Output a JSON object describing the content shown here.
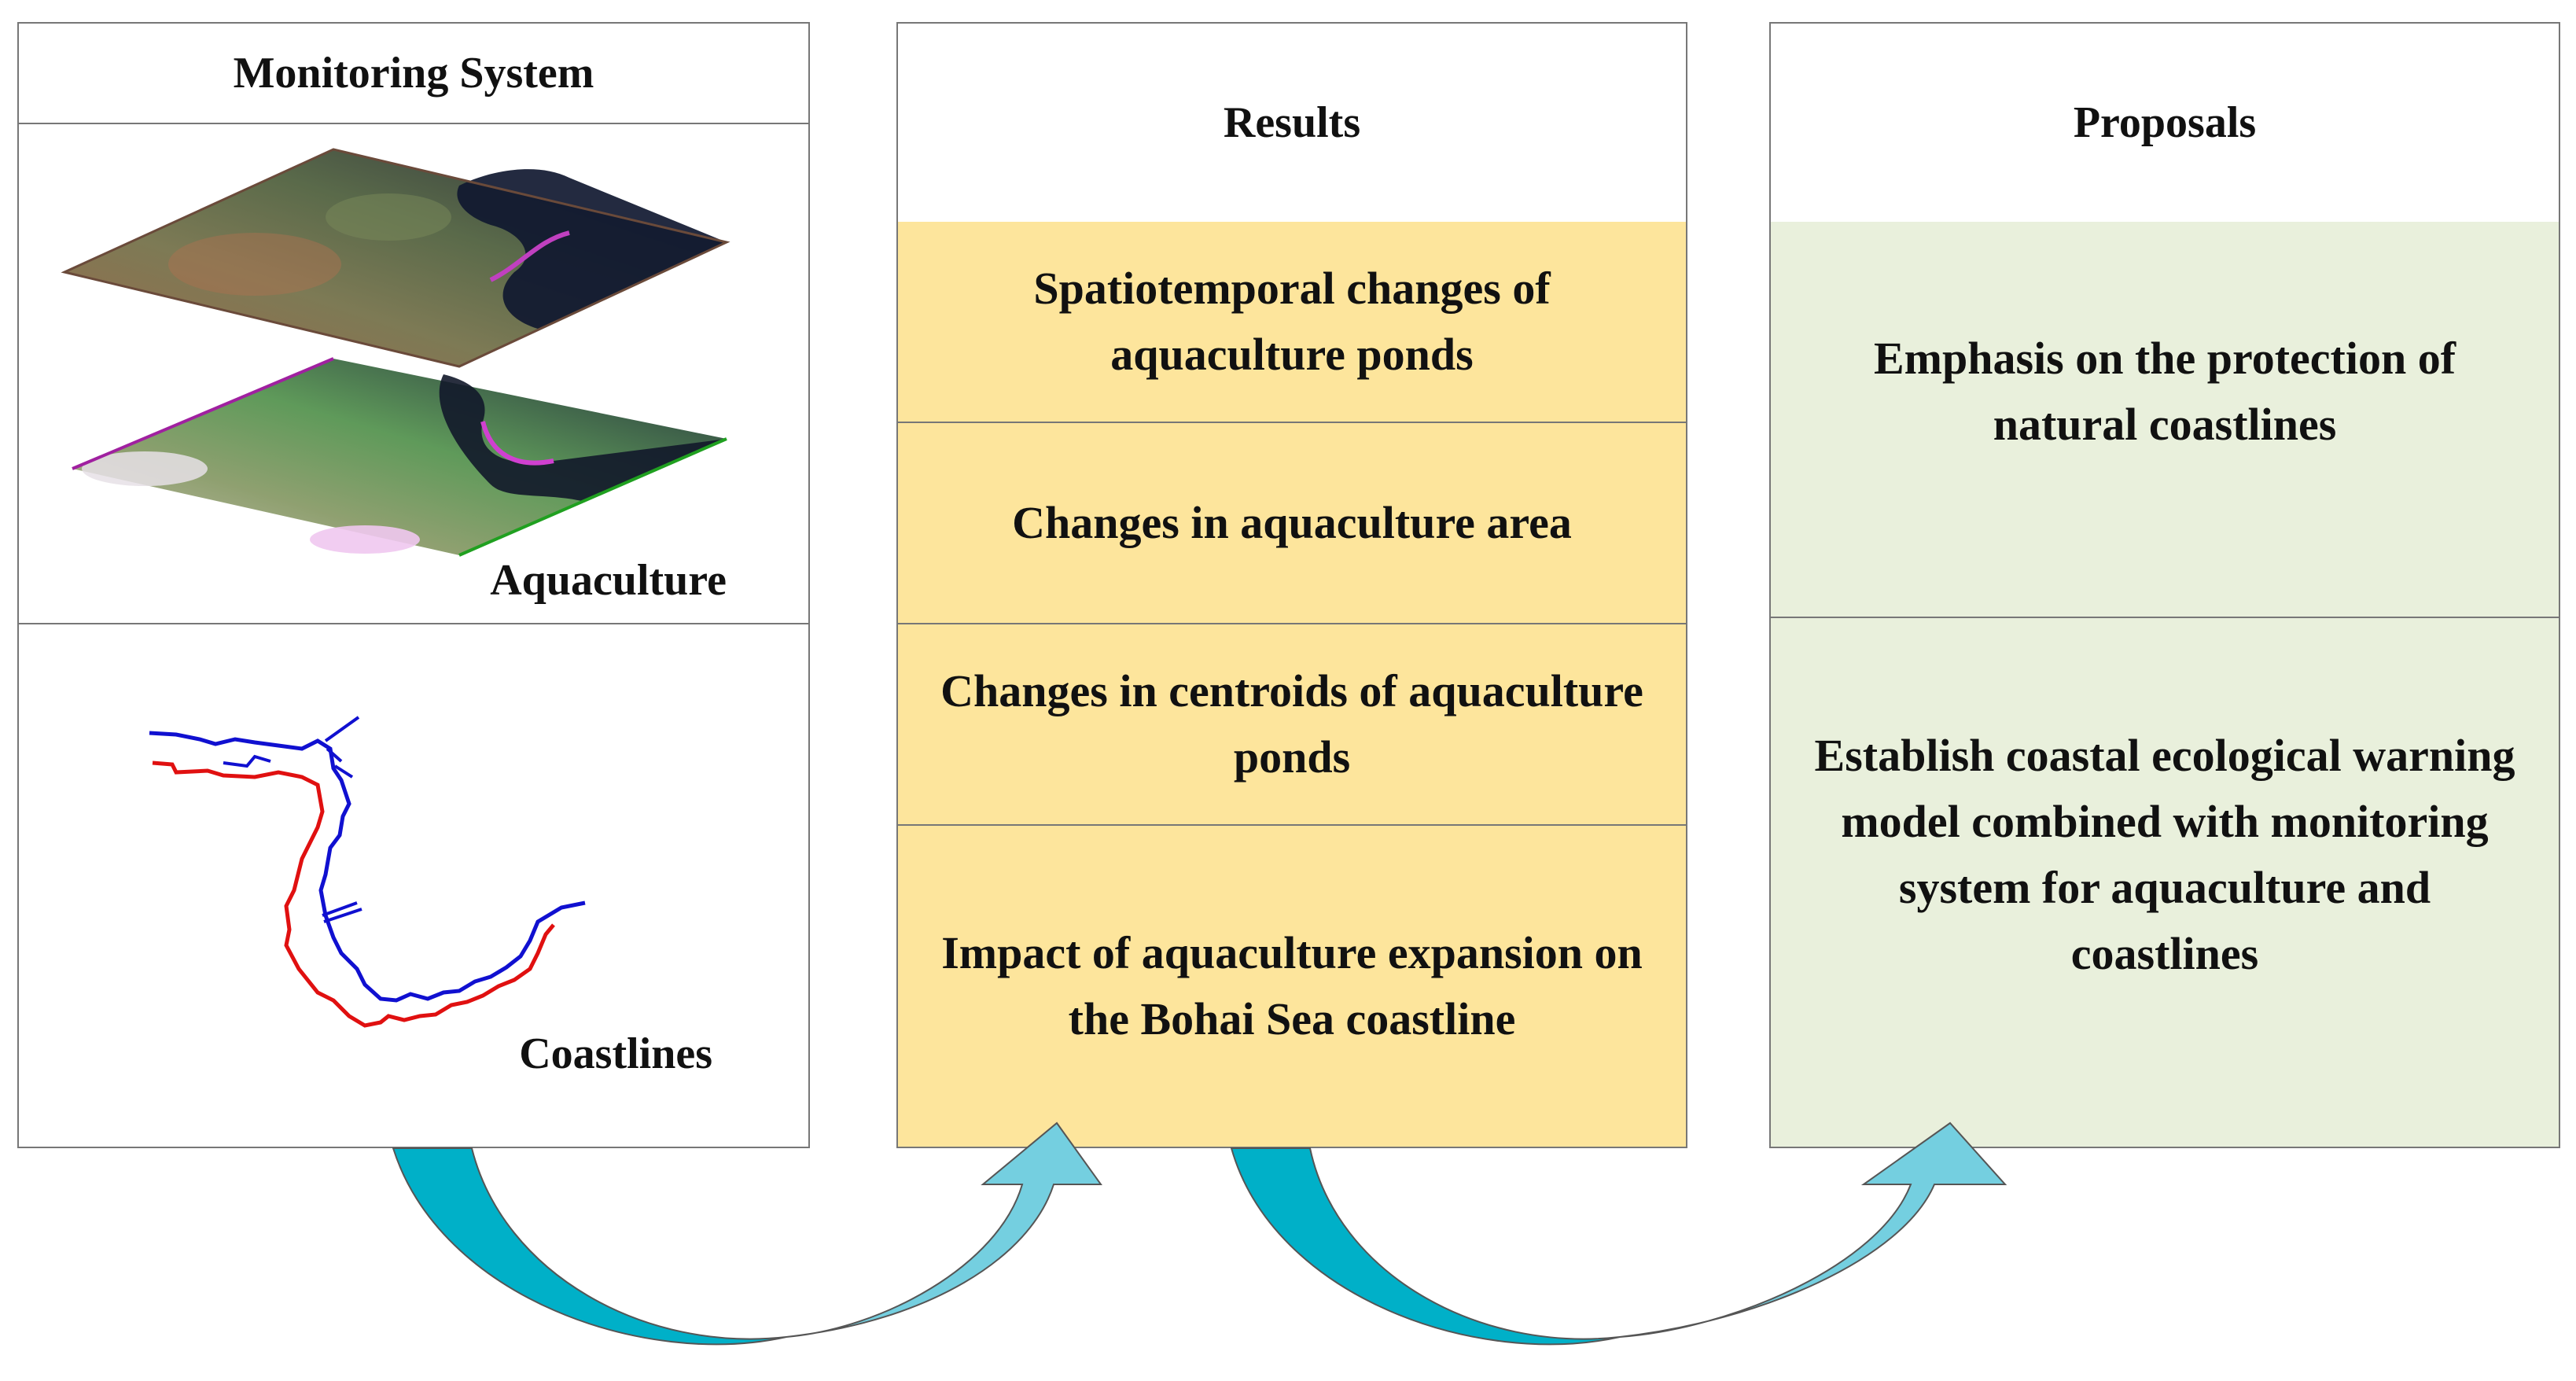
{
  "monitoring": {
    "title": "Monitoring System",
    "aquaculture_label": "Aquaculture",
    "coastlines_label": "Coastlines"
  },
  "results": {
    "title": "Results",
    "items": [
      "Spatiotemporal changes of aquaculture ponds",
      "Changes in aquaculture area",
      "Changes in centroids of aquaculture ponds",
      "Impact of aquaculture expansion on the Bohai Sea coastline"
    ]
  },
  "proposals": {
    "title": "Proposals",
    "items": [
      "Emphasis  on the protection of natural coastlines",
      "Establish coastal ecological warning model combined with monitoring system for aquaculture and coastlines"
    ]
  },
  "colors": {
    "results_fill": "#fde59c",
    "proposals_fill": "#e9f0dc",
    "arrow_dark": "#00b0c8",
    "arrow_light": "#74cfe0",
    "coastline_old": "#e01010",
    "coastline_new": "#1010d0"
  }
}
